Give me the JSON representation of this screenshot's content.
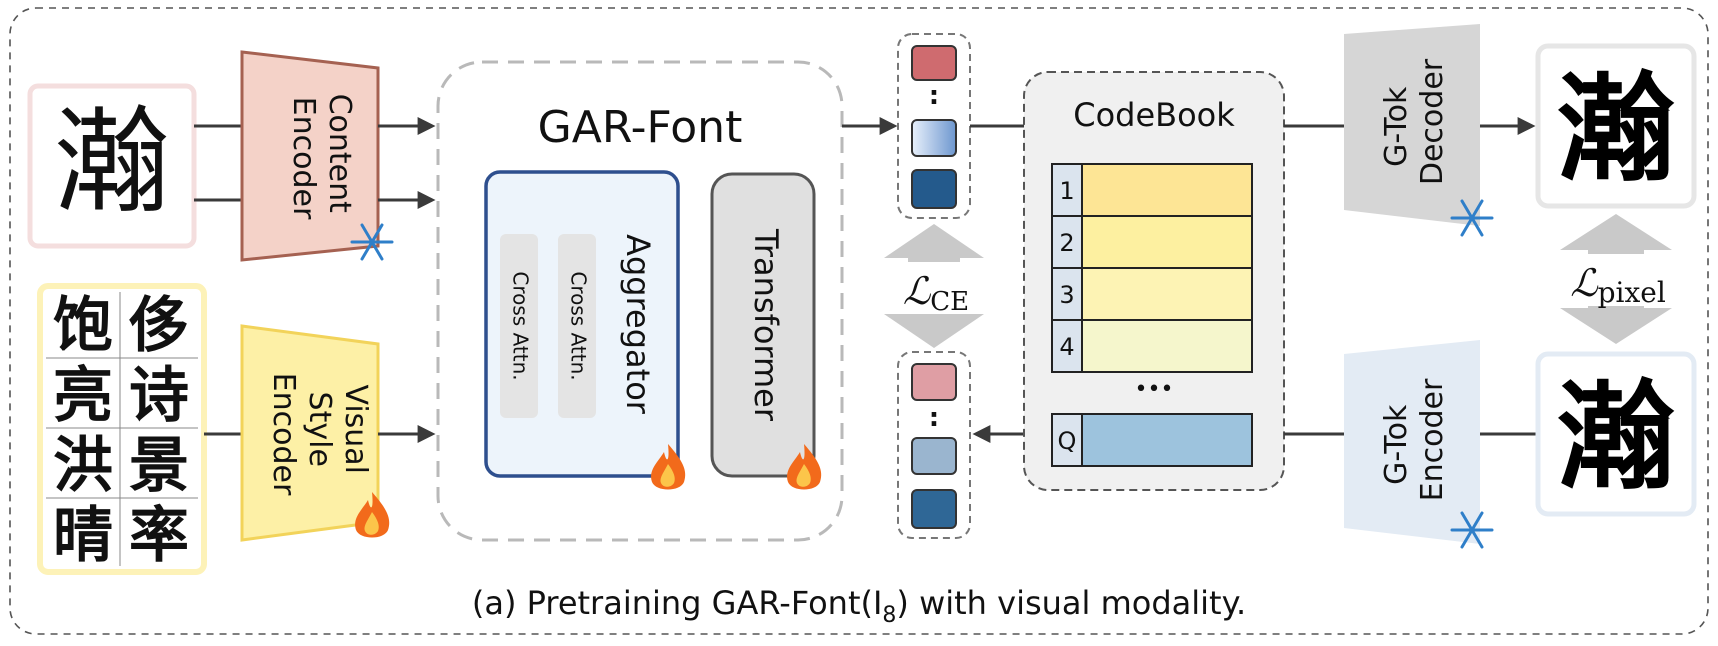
{
  "inputs": {
    "content_char": "瀚",
    "style_chars": [
      "饱",
      "侈",
      "亮",
      "诗",
      "洪",
      "景",
      "晴",
      "率"
    ]
  },
  "content_encoder": {
    "line1": "Content",
    "line2": "Encoder",
    "state_icon": "snowflake-icon"
  },
  "style_encoder": {
    "line1": "Visual",
    "line2": "Style",
    "line3": "Encoder",
    "state_icon": "flame-icon"
  },
  "gar_font": {
    "title": "GAR-Font",
    "aggregator": {
      "label": "Aggregator",
      "attn1": "Cross Attn.",
      "attn2": "Cross Attn.",
      "state_icon": "flame-icon"
    },
    "transformer": {
      "label": "Transformer",
      "state_icon": "flame-icon"
    }
  },
  "token_dots": ":",
  "loss_ce": {
    "symbol": "ℒ",
    "sub": "CE"
  },
  "loss_pixel": {
    "symbol": "ℒ",
    "sub": "pixel"
  },
  "codebook": {
    "title": "CodeBook",
    "rows": [
      {
        "index": "1",
        "color": "#fde595"
      },
      {
        "index": "2",
        "color": "#fdf0a0"
      },
      {
        "index": "3",
        "color": "#fdf3b4"
      },
      {
        "index": "4",
        "color": "#f5f6cc"
      }
    ],
    "ellipsis": "•••",
    "query": {
      "index": "Q",
      "color": "#9dc3dd"
    }
  },
  "gtok_decoder": {
    "line1": "G-Tok",
    "line2": "Decoder",
    "state_icon": "snowflake-icon"
  },
  "gtok_encoder": {
    "line1": "G-Tok",
    "line2": "Encoder",
    "state_icon": "snowflake-icon"
  },
  "outputs": {
    "decoded_char": "瀚",
    "target_char": "瀚"
  },
  "caption": {
    "pre": "(a) Pretraining GAR-Font(I",
    "sub": "8",
    "post": ") with visual modality."
  },
  "colors": {
    "predicted_tokens": [
      "#cf6b6f",
      "#a9c6e6",
      "#245a8c"
    ],
    "target_tokens": [
      "#df9ea4",
      "#9ab5cf",
      "#2f6796"
    ],
    "content_encoder_fill": "#f4d2c8",
    "style_encoder_fill": "#fdf0a6",
    "aggregator_fill": "#edf4fb",
    "transformer_fill": "#e0e0e0",
    "gtok_decoder_fill": "#d6d6d6",
    "gtok_encoder_fill": "#e3ebf4"
  }
}
